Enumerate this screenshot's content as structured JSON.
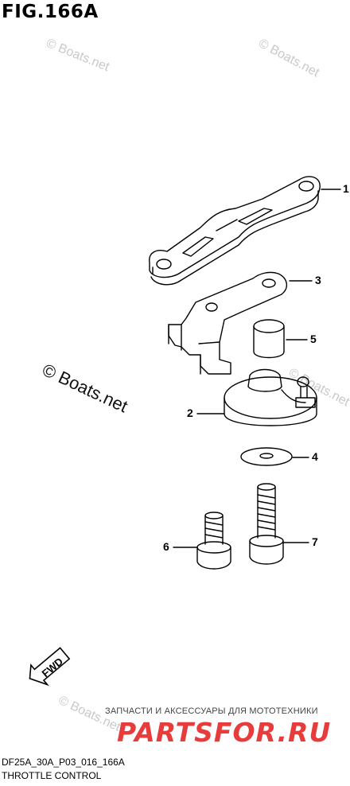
{
  "figure_title": "FIG.166A",
  "watermark_main": "© Boats.net",
  "watermarks": [
    "© Boats.net",
    "© Boats.net",
    "© Boats.net",
    "© Boats.net"
  ],
  "fwd_label": "FWD",
  "callouts": [
    "1",
    "3",
    "5",
    "2",
    "4",
    "6",
    "7"
  ],
  "ru_text": "ЗАПЧАСТИ И АКСЕССУАРЫ ДЛЯ МОТОТЕХНИКИ",
  "brand": "PARTSFOR.RU",
  "brand_color": "#e83b3b",
  "diagram_code": "DF25A_30A_P03_016_166A",
  "caption": "THROTTLE CONTROL"
}
